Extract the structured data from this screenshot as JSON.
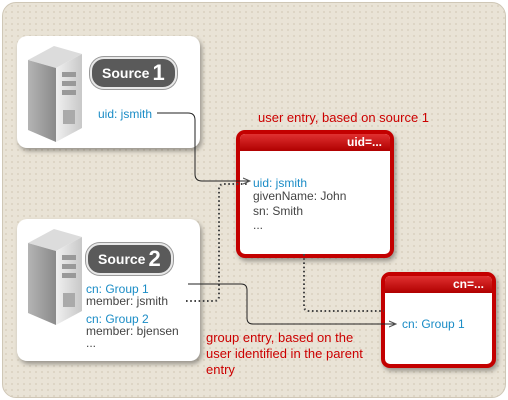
{
  "source1": {
    "label": "Source",
    "number": "1",
    "attribute": "uid: jsmith"
  },
  "source2": {
    "label": "Source",
    "number": "2",
    "lines": [
      "cn: Group 1",
      "member: jsmith",
      "cn: Group 2",
      "member: bjensen",
      "..."
    ]
  },
  "user_entry": {
    "caption": "user entry, based on source 1",
    "header": "uid=...",
    "lines": [
      "uid: jsmith",
      "givenName: John",
      "sn: Smith",
      "..."
    ]
  },
  "group_entry": {
    "caption_lines": [
      "group entry, based on the",
      "user identified in the parent",
      "entry"
    ],
    "header": "cn=...",
    "value": "cn: Group 1"
  },
  "colors": {
    "accent_red": "#c30000",
    "attribute_blue": "#1a8cc6"
  }
}
